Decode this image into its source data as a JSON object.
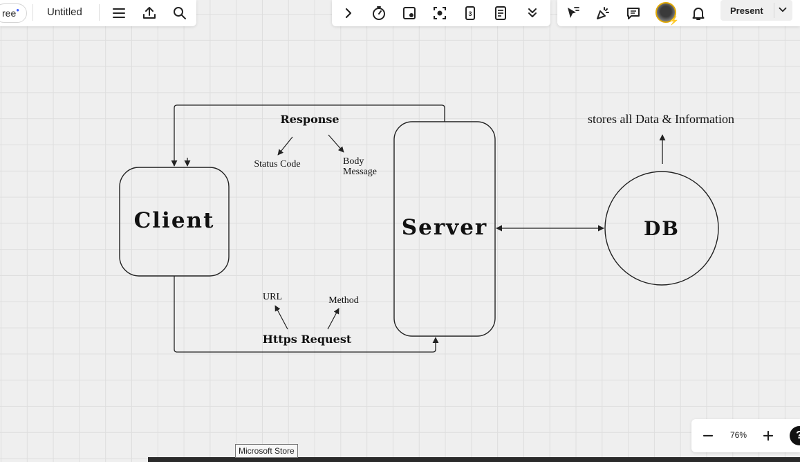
{
  "app": {
    "plan_badge": "ree",
    "board_title": "Untitled",
    "present_label": "Present"
  },
  "toolbar": {
    "left_icons": [
      "menu-icon",
      "upload-icon",
      "search-icon"
    ],
    "center_icons": [
      "chevron-right-icon",
      "timer-icon",
      "sticky-note-icon",
      "focus-frame-icon",
      "page-number-icon",
      "notes-icon",
      "double-chevron-down-icon"
    ],
    "right_icons": [
      "cursor-follow-icon",
      "celebrate-icon",
      "comment-icon",
      "avatar",
      "bell-icon",
      "chevron-down-icon"
    ]
  },
  "diagram": {
    "client": "Client",
    "server": "Server",
    "db": "DB",
    "response": "Response",
    "status_code": "Status Code",
    "body_message_line1": "Body",
    "body_message_line2": "Message",
    "url": "URL",
    "method": "Method",
    "https_request": "Https Request",
    "db_note": "stores all Data & Information"
  },
  "zoom": {
    "level": "76%"
  },
  "tooltip": {
    "text": "Microsoft Store"
  },
  "colors": {
    "stroke": "#222222",
    "canvas": "#efefef",
    "grid": "#dedede",
    "badge_dot": "#3a5bff"
  }
}
